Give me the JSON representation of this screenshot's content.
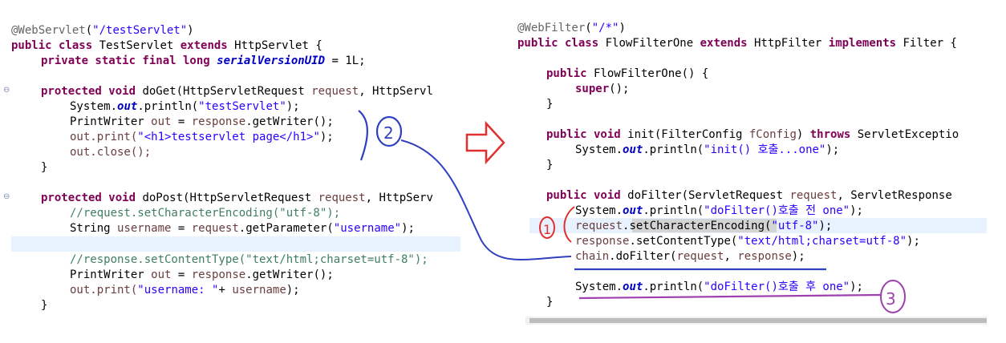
{
  "left_code": {
    "annotation": "@WebServlet",
    "annotation_arg": "\"/testServlet\"",
    "class_decl": {
      "kw1": "public class",
      "name": " TestServlet ",
      "kw2": "extends",
      "rest": " HttpServlet {"
    },
    "serial": {
      "kw": "private static final long",
      "field": "serialVersionUID",
      "rest": " = 1L;"
    },
    "doget_sig": {
      "kw": "protected void",
      "rest1": " doGet(HttpServletRequest ",
      "param": "request",
      "rest2": ", HttpServl"
    },
    "doget_body": [
      {
        "pre": "System.",
        "field": "out",
        "mid": ".println(",
        "str": "\"testServlet\"",
        "post": ");"
      },
      {
        "pre": "PrintWriter ",
        "var": "out",
        "post": " = ",
        "var2": "response",
        "post2": ".getWriter();"
      },
      {
        "pre": "out.print(",
        "str": "\"<h1>testservlet page</h1>\"",
        "post": ");"
      },
      {
        "pre": "out.close();"
      }
    ],
    "close_brace": "}",
    "dopost_sig": {
      "kw": "protected void",
      "rest1": " doPost(HttpServletRequest ",
      "param": "request",
      "rest2": ", HttpServ"
    },
    "dopost_comment1": "//request.setCharacterEncoding(\"utf-8\");",
    "dopost_line2": {
      "pre": "String ",
      "var": "username",
      "mid": " = ",
      "var2": "request",
      "post": ".getParameter(",
      "str": "\"username\"",
      "post2": ");"
    },
    "dopost_comment2": "//response.setContentType(\"text/html;charset=utf-8\");",
    "dopost_line4": {
      "pre": "PrintWriter ",
      "var": "out",
      "mid": " = ",
      "var2": "response",
      "post": ".getWriter();"
    },
    "dopost_line5": {
      "pre": "out.print(",
      "str": "\"username: \"",
      "mid": "+ ",
      "var": "username",
      "post": ");"
    },
    "close_brace2": "}"
  },
  "right_code": {
    "annotation": "@WebFilter",
    "annotation_arg": "\"/*\"",
    "class_decl": {
      "kw1": "public class",
      "name": " FlowFilterOne ",
      "kw2": "extends",
      "mid": " HttpFilter ",
      "kw3": "implements",
      "rest": " Filter {"
    },
    "ctor": {
      "kw": "public",
      "rest": " FlowFilterOne() {"
    },
    "super_call": {
      "kw": "super",
      "rest": "();"
    },
    "close": "}",
    "init_sig": {
      "kw": "public void",
      "rest1": " init(FilterConfig ",
      "param": "fConfig",
      "rest2": ") ",
      "kw2": "throws",
      "rest3": " ServletExceptio"
    },
    "init_body": {
      "pre": "System.",
      "field": "out",
      "mid": ".println(",
      "str": "\"init() 호출...one\"",
      "post": ");"
    },
    "dofilter_sig": {
      "kw": "public void",
      "rest1": " doFilter(ServletRequest ",
      "param": "request",
      "rest2": ", ServletResponse"
    },
    "df_line1": {
      "pre": "System.",
      "field": "out",
      "mid": ".println(",
      "str": "\"doFilter()호출 전 one\"",
      "post": ");"
    },
    "df_line2": {
      "var": "request",
      "mid": ".",
      "method": "setCharacterEncoding",
      "str": "\"utf-8\"",
      "post": ");"
    },
    "df_line3": {
      "var": "response",
      "mid": ".setContentType(",
      "str": "\"text/html;charset=utf-8\"",
      "post": ");"
    },
    "df_line4": {
      "var": "chain",
      "mid": ".doFilter(",
      "var2": "request",
      "sep": ", ",
      "var3": "response",
      "post": ");"
    },
    "df_line5": {
      "pre": "System.",
      "field": "out",
      "mid": ".println(",
      "str": "\"doFilter()호출 후 one\"",
      "post": ");"
    },
    "close2": "}"
  },
  "annotations": {
    "mark1": "1",
    "mark2": "2",
    "mark3": "3",
    "colors": {
      "blue": "#3040c0",
      "red": "#e03030",
      "purple": "#a040b0"
    }
  },
  "gutter": {
    "fold_icon": "⊖"
  }
}
